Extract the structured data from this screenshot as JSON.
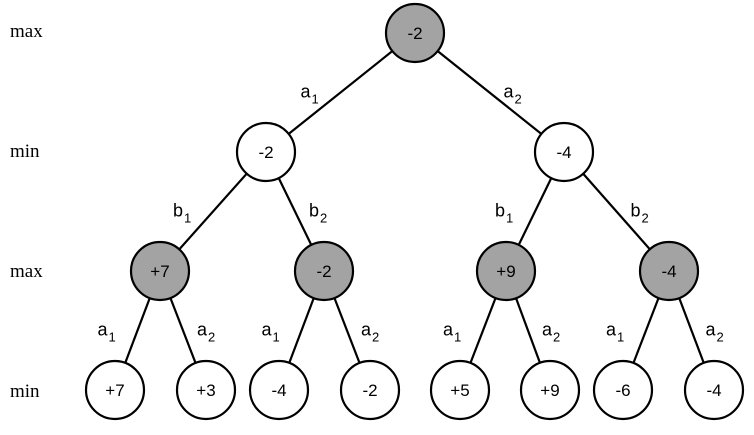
{
  "levels": [
    "max",
    "min",
    "max",
    "min"
  ],
  "colors": {
    "max_node": "#a3a3a3",
    "min_node": "#ffffff",
    "stroke": "#000000"
  },
  "nodes": [
    {
      "id": "root",
      "value": "-2",
      "kind": "max",
      "depth": 0
    },
    {
      "id": "b",
      "value": "-2",
      "kind": "min",
      "depth": 1,
      "parent": "root",
      "edge_letter": "a",
      "edge_sub": "1"
    },
    {
      "id": "c",
      "value": "-4",
      "kind": "min",
      "depth": 1,
      "parent": "root",
      "edge_letter": "a",
      "edge_sub": "2"
    },
    {
      "id": "d",
      "value": "+7",
      "kind": "max",
      "depth": 2,
      "parent": "b",
      "edge_letter": "b",
      "edge_sub": "1"
    },
    {
      "id": "e",
      "value": "-2",
      "kind": "max",
      "depth": 2,
      "parent": "b",
      "edge_letter": "b",
      "edge_sub": "2"
    },
    {
      "id": "f",
      "value": "+9",
      "kind": "max",
      "depth": 2,
      "parent": "c",
      "edge_letter": "b",
      "edge_sub": "1"
    },
    {
      "id": "g",
      "value": "-4",
      "kind": "max",
      "depth": 2,
      "parent": "c",
      "edge_letter": "b",
      "edge_sub": "2"
    },
    {
      "id": "h",
      "value": "+7",
      "kind": "min",
      "depth": 3,
      "parent": "d",
      "edge_letter": "a",
      "edge_sub": "1"
    },
    {
      "id": "i",
      "value": "+3",
      "kind": "min",
      "depth": 3,
      "parent": "d",
      "edge_letter": "a",
      "edge_sub": "2"
    },
    {
      "id": "j",
      "value": "-4",
      "kind": "min",
      "depth": 3,
      "parent": "e",
      "edge_letter": "a",
      "edge_sub": "1"
    },
    {
      "id": "k",
      "value": "-2",
      "kind": "min",
      "depth": 3,
      "parent": "e",
      "edge_letter": "a",
      "edge_sub": "2"
    },
    {
      "id": "l",
      "value": "+5",
      "kind": "min",
      "depth": 3,
      "parent": "f",
      "edge_letter": "a",
      "edge_sub": "1"
    },
    {
      "id": "m",
      "value": "+9",
      "kind": "min",
      "depth": 3,
      "parent": "f",
      "edge_letter": "a",
      "edge_sub": "2"
    },
    {
      "id": "n",
      "value": "-6",
      "kind": "min",
      "depth": 3,
      "parent": "g",
      "edge_letter": "a",
      "edge_sub": "1"
    },
    {
      "id": "o",
      "value": "-4",
      "kind": "min",
      "depth": 3,
      "parent": "g",
      "edge_letter": "a",
      "edge_sub": "2"
    }
  ]
}
